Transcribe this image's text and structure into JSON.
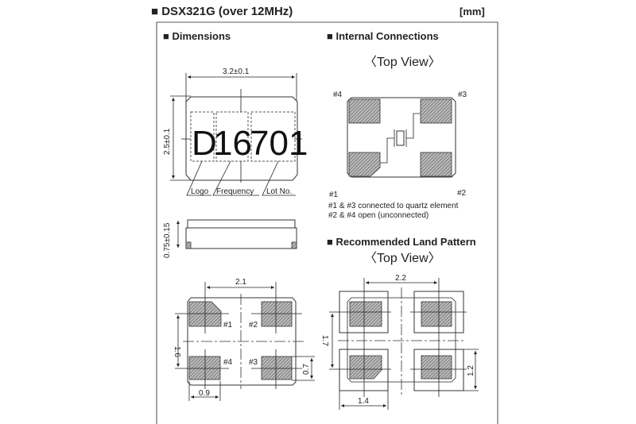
{
  "title": "■ DSX321G (over 12MHz)",
  "unit": "[mm]",
  "dimensions": {
    "heading": "■ Dimensions",
    "width": "3.2±0.1",
    "height": "2.5±0.1",
    "thickness": "0.75±0.15",
    "marking": [
      "D",
      "16",
      "701"
    ],
    "marking_labels": [
      "Logo",
      "Frequency",
      "Lot No."
    ],
    "bottom": {
      "pitch_x": "2.1",
      "pitch_y": "1.6",
      "pad_w": "0.9",
      "pad_h": "0.7",
      "pins": [
        "#1",
        "#2",
        "#4",
        "#3"
      ]
    }
  },
  "internal": {
    "heading": "■ Internal Connections",
    "view": "〈Top View〉",
    "pins": [
      "#4",
      "#3",
      "#1",
      "#2"
    ],
    "notes": [
      "#1 & #3 connected to quartz element",
      "#2 & #4 open (unconnected)"
    ]
  },
  "land": {
    "heading": "■ Recommended Land Pattern",
    "view": "〈Top View〉",
    "pitch_x": "2.2",
    "pitch_y": "1.7",
    "land_w": "1.4",
    "land_h": "1.2"
  }
}
